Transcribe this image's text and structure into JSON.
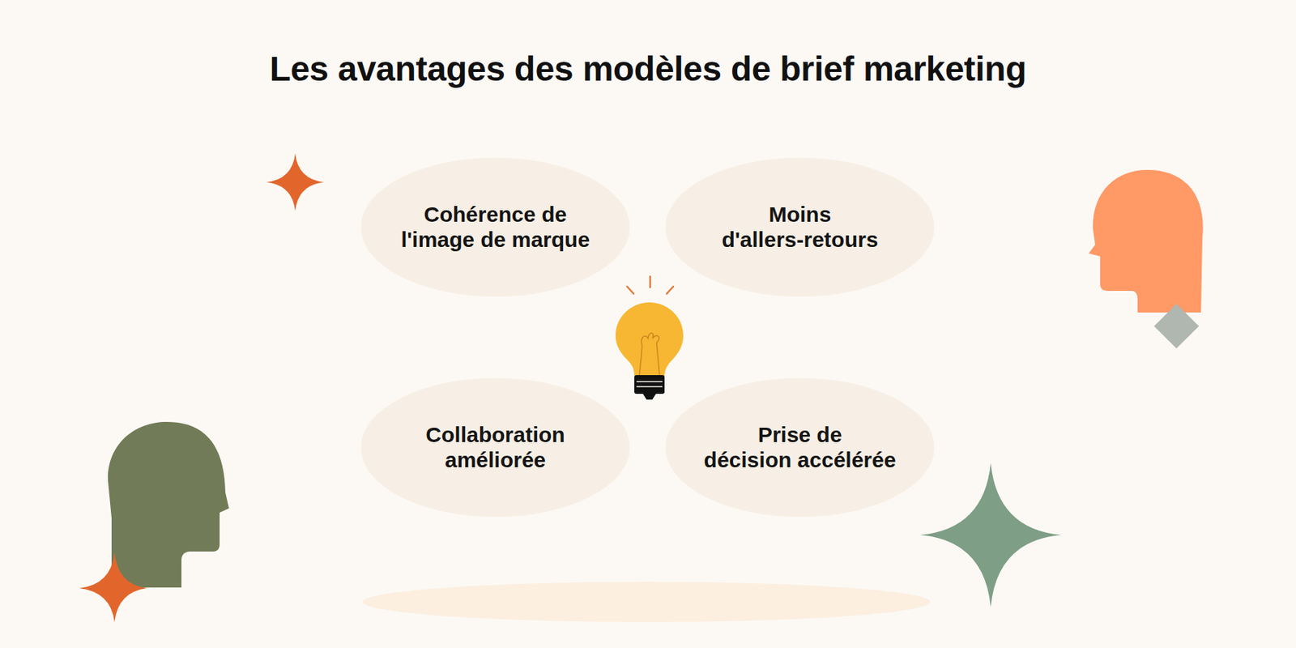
{
  "diagram": {
    "title": "Les avantages des modèles de brief marketing",
    "nodes": [
      {
        "text": [
          "Cohérence de l'image de marque"
        ]
      },
      {
        "text": [
          "Moins d'allers-retours"
        ]
      },
      {
        "text": [
          "Collaboration améliorée"
        ]
      },
      {
        "text": [
          "Prise de décision accélérée"
        ]
      }
    ]
  }
}
